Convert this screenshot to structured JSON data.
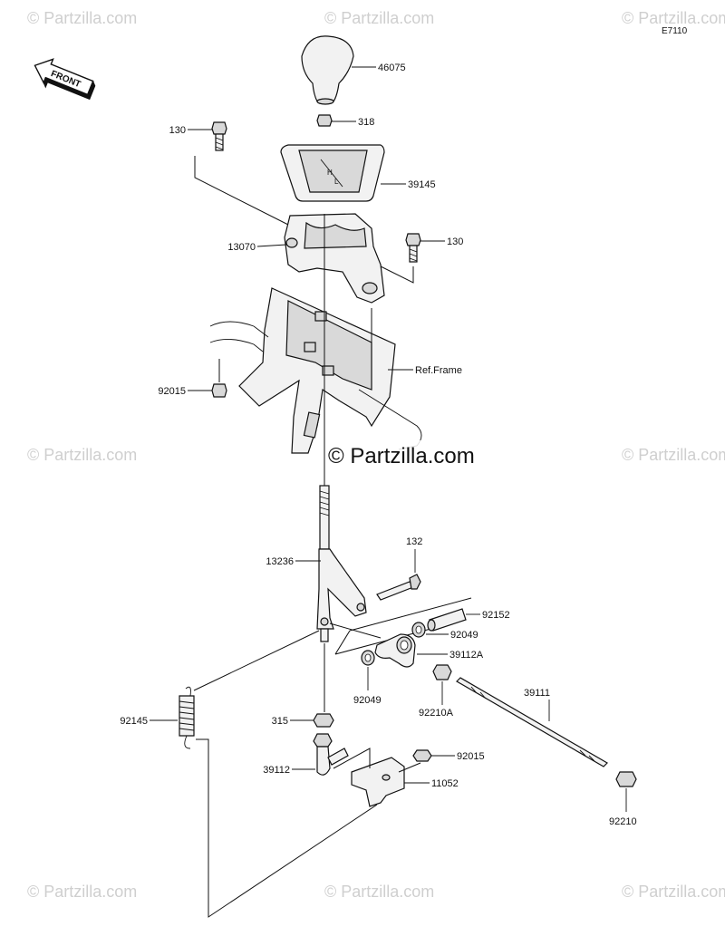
{
  "diagram_code": "E7110",
  "front_label": "FRONT",
  "watermarks": {
    "small": "© Partzilla.com",
    "main": "© Partzilla.com"
  },
  "labels": {
    "p46075": "46075",
    "p318": "318",
    "p130a": "130",
    "p39145": "39145",
    "p13070": "13070",
    "p130b": "130",
    "p92015a": "92015",
    "ref_frame": "Ref.Frame",
    "p132": "132",
    "p13236": "13236",
    "p92152": "92152",
    "p92049a": "92049",
    "p39112A": "39112A",
    "p92049b": "92049",
    "p92210A": "92210A",
    "p39111": "39111",
    "p92145": "92145",
    "p315": "315",
    "p92015b": "92015",
    "p39112": "39112",
    "p11052": "11052",
    "p92210": "92210"
  }
}
